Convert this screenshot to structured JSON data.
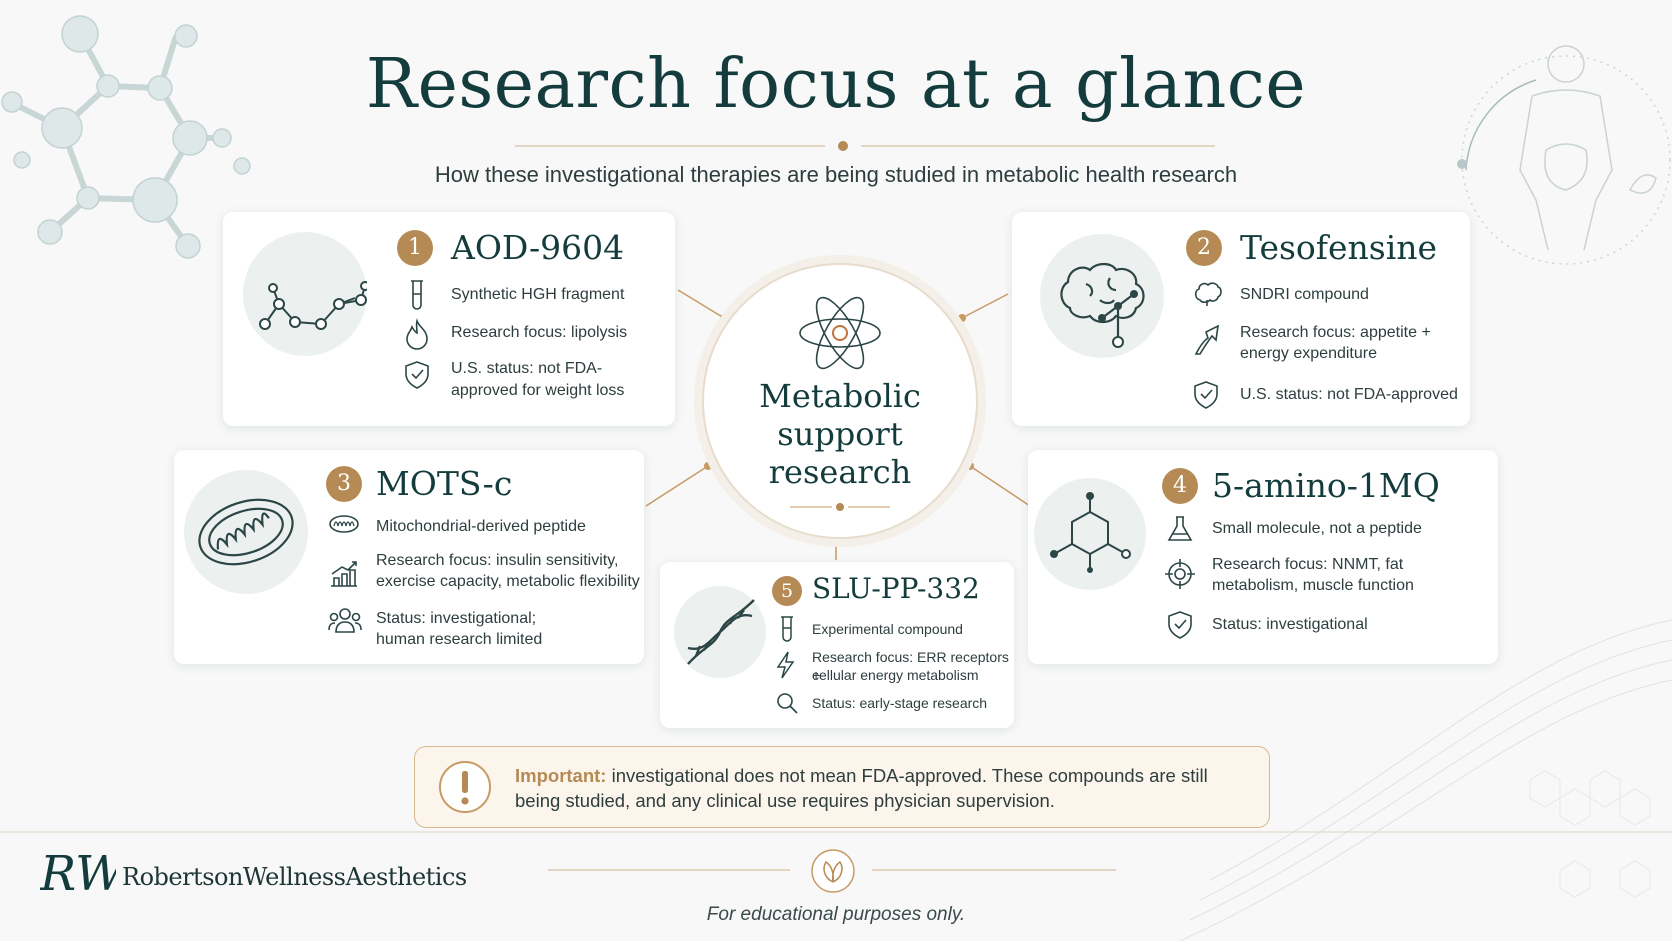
{
  "title": "Research focus at a glance",
  "subtitle": "How these investigational therapies are being studied in metabolic health research",
  "center": {
    "lines": [
      "Metabolic",
      "support",
      "research"
    ],
    "icon": "atom-icon"
  },
  "cards": [
    {
      "number": "1",
      "name": "AOD-9604",
      "icon": "molecule-chain-icon",
      "items": [
        {
          "icon": "test-tube-icon",
          "lines": [
            "Synthetic HGH fragment"
          ]
        },
        {
          "icon": "flame-icon",
          "lines": [
            "Research focus: lipolysis"
          ]
        },
        {
          "icon": "shield-check-icon",
          "lines": [
            "U.S. status: not FDA-",
            "approved for weight loss"
          ]
        }
      ]
    },
    {
      "number": "2",
      "name": "Tesofensine",
      "icon": "brain-network-icon",
      "items": [
        {
          "icon": "brain-icon",
          "lines": [
            "SNDRI compound"
          ]
        },
        {
          "icon": "trend-arrow-icon",
          "lines": [
            "Research focus: appetite +",
            "energy expenditure"
          ]
        },
        {
          "icon": "shield-check-icon",
          "lines": [
            "U.S. status: not FDA-approved"
          ]
        }
      ]
    },
    {
      "number": "3",
      "name": "MOTS-c",
      "icon": "mitochondria-icon",
      "items": [
        {
          "icon": "mitochondria-small-icon",
          "lines": [
            "Mitochondrial-derived peptide"
          ]
        },
        {
          "icon": "bar-chart-icon",
          "lines": [
            "Research focus: insulin sensitivity,",
            "exercise capacity, metabolic flexibility"
          ]
        },
        {
          "icon": "people-icon",
          "lines": [
            "Status: investigational;",
            "human research limited"
          ]
        }
      ]
    },
    {
      "number": "4",
      "name": "5-amino-1MQ",
      "icon": "hexagon-molecule-icon",
      "items": [
        {
          "icon": "flask-icon",
          "lines": [
            "Small molecule, not a peptide"
          ]
        },
        {
          "icon": "target-icon",
          "lines": [
            "Research focus: NNMT, fat",
            "metabolism, muscle function"
          ]
        },
        {
          "icon": "shield-check-icon",
          "lines": [
            "Status: investigational"
          ]
        }
      ]
    },
    {
      "number": "5",
      "name": "SLU-PP-332",
      "icon": "dna-icon",
      "items": [
        {
          "icon": "test-tube-icon",
          "lines": [
            "Experimental compound"
          ]
        },
        {
          "icon": "lightning-icon",
          "lines": [
            "Research focus: ERR receptors +",
            "cellular energy metabolism"
          ]
        },
        {
          "icon": "magnifier-icon",
          "lines": [
            "Status: early-stage research"
          ]
        }
      ]
    }
  ],
  "notice": {
    "icon": "exclamation-icon",
    "label": "Important:",
    "text": " investigational does not mean FDA-approved. These compounds are still being studied, and any clinical use requires physician supervision."
  },
  "brand": {
    "monogram": "RWA",
    "name": "RobertsonWellnessAesthetics"
  },
  "footer": {
    "icon": "leaf-icon",
    "note": "For educational purposes only."
  },
  "colors": {
    "teal": "#143c3c",
    "gold": "#b58a55",
    "card": "#ffffff",
    "background": "#f7f8f7"
  }
}
